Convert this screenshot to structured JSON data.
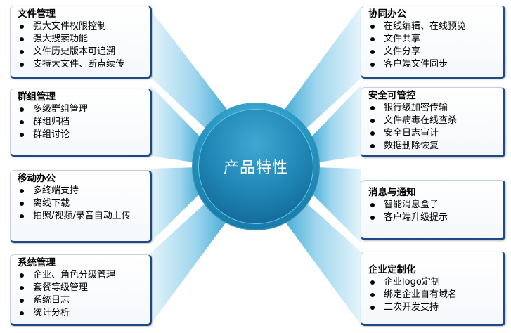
{
  "center": {
    "label": "产品特性"
  },
  "colors": {
    "ray_light": "#d7eef8",
    "ray_mid": "#6fc1e2",
    "box_edge": "#1b4a86",
    "hub": "#1f86b6"
  },
  "left_boxes": [
    {
      "title": "文件管理",
      "items": [
        "强大文件权限控制",
        "强大搜索功能",
        "文件历史版本可追溯",
        "支持大文件、断点续传"
      ]
    },
    {
      "title": "群组管理",
      "items": [
        "多级群组管理",
        "群组归档",
        "群组讨论"
      ]
    },
    {
      "title": "移动办公",
      "items": [
        "多终端支持",
        "离线下载",
        "拍照/视频/录音自动上传"
      ]
    },
    {
      "title": "系统管理",
      "items": [
        "企业、角色分级管理",
        "套餐等级管理",
        "系统日志",
        "统计分析"
      ]
    }
  ],
  "right_boxes": [
    {
      "title": "协同办公",
      "items": [
        "在线编辑、在线预览",
        "文件共享",
        "文件分享",
        "客户端文件同步"
      ]
    },
    {
      "title": "安全可管控",
      "items": [
        "银行级加密传输",
        "文件病毒在线查杀",
        "安全日志审计",
        "数据删除恢复"
      ]
    },
    {
      "title": "消息与通知",
      "items": [
        "智能消息盒子",
        "客户端升级提示"
      ]
    },
    {
      "title": "企业定制化",
      "items": [
        "企业logo定制",
        "绑定企业自有域名",
        "二次开发支持"
      ]
    }
  ]
}
